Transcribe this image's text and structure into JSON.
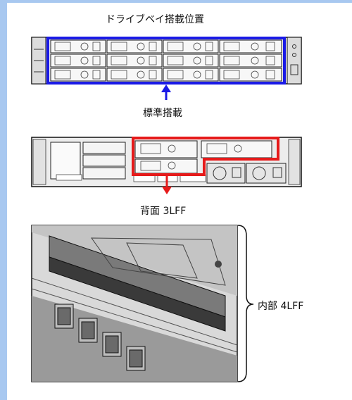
{
  "title": "ドライブベイ搭載位置",
  "front": {
    "label": "標準搭載",
    "highlight_color": "#1a1ae6"
  },
  "rear": {
    "label": "背面 3LFF",
    "highlight_color": "#e61a1a"
  },
  "internal": {
    "label": "内部 4LFF"
  }
}
